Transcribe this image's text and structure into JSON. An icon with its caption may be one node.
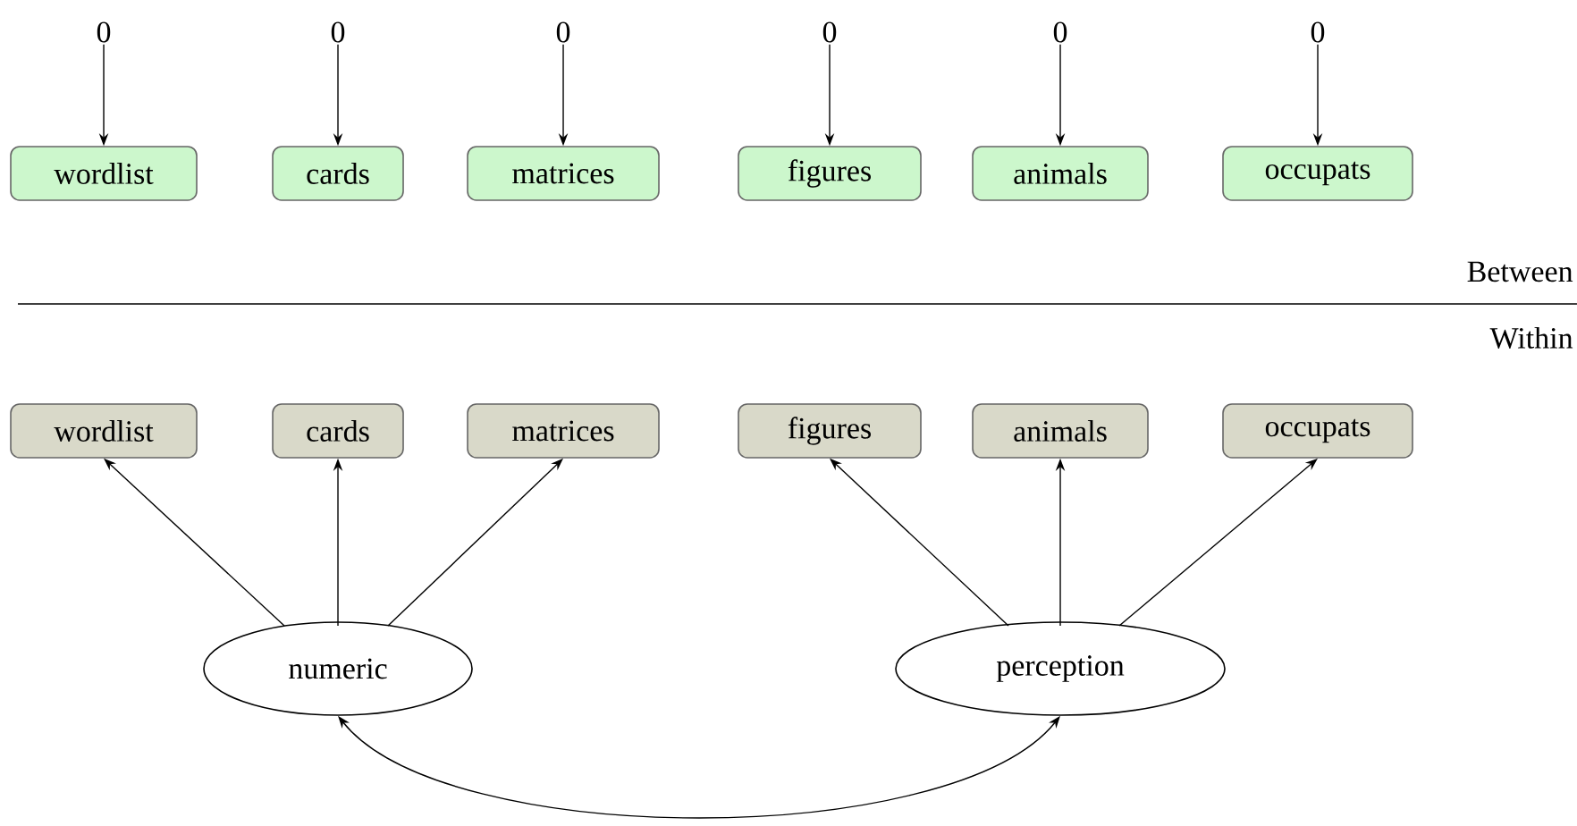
{
  "diagram": {
    "nodes": [
      {
        "text": [
          "0"
        ]
      },
      {
        "text": [
          "0"
        ]
      },
      {
        "text": [
          "0"
        ]
      },
      {
        "text": [
          "0"
        ]
      },
      {
        "text": [
          "0"
        ]
      },
      {
        "text": [
          "0"
        ]
      },
      {
        "text": [
          "wordlist"
        ]
      },
      {
        "text": [
          "cards"
        ]
      },
      {
        "text": [
          "matrices"
        ]
      },
      {
        "text": [
          "figures"
        ]
      },
      {
        "text": [
          "animals"
        ]
      },
      {
        "text": [
          "occupats"
        ]
      },
      {
        "text": [
          "wordlist"
        ]
      },
      {
        "text": [
          "cards"
        ]
      },
      {
        "text": [
          "matrices"
        ]
      },
      {
        "text": [
          "figures"
        ]
      },
      {
        "text": [
          "animals"
        ]
      },
      {
        "text": [
          "occupats"
        ]
      },
      {
        "text": [
          "numeric"
        ]
      },
      {
        "text": [
          "perception"
        ]
      }
    ],
    "edges": [
      {
        "from": 0,
        "to": 6,
        "arrow": "to"
      },
      {
        "from": 1,
        "to": 7,
        "arrow": "to"
      },
      {
        "from": 2,
        "to": 8,
        "arrow": "to"
      },
      {
        "from": 3,
        "to": 9,
        "arrow": "to"
      },
      {
        "from": 4,
        "to": 10,
        "arrow": "to"
      },
      {
        "from": 5,
        "to": 11,
        "arrow": "to"
      },
      {
        "from": 18,
        "to": 12,
        "arrow": "to"
      },
      {
        "from": 18,
        "to": 13,
        "arrow": "to"
      },
      {
        "from": 18,
        "to": 14,
        "arrow": "to"
      },
      {
        "from": 19,
        "to": 15,
        "arrow": "to"
      },
      {
        "from": 19,
        "to": 16,
        "arrow": "to"
      },
      {
        "from": 19,
        "to": 17,
        "arrow": "to"
      },
      {
        "from": 18,
        "to": 19,
        "arrow": "both"
      }
    ],
    "labels": [
      "Between",
      "Within"
    ]
  }
}
